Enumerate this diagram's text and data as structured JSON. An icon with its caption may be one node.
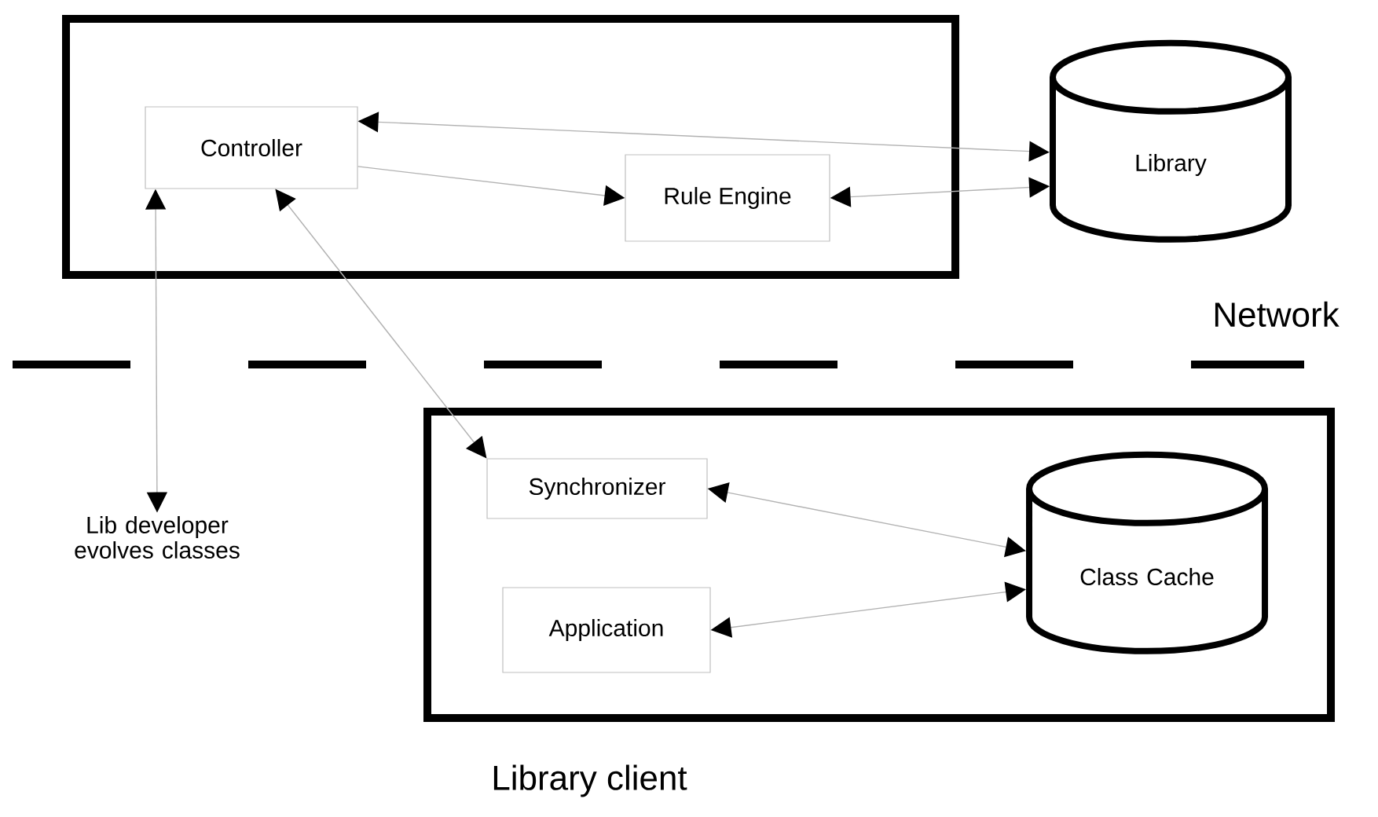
{
  "diagram": {
    "nodes": [
      {
        "text": [],
        "shape": "box"
      },
      {
        "text": [
          "Controller"
        ],
        "in": 0
      },
      {
        "text": [
          "Rule Engine"
        ],
        "in": 0
      },
      {
        "text": [
          "Library"
        ]
      },
      {
        "text": [
          "Lib developer evolves classes"
        ]
      },
      {
        "text": [],
        "shape": "box"
      },
      {
        "text": [
          "Synchronizer"
        ],
        "in": 5
      },
      {
        "text": [
          "Application"
        ],
        "in": 5
      },
      {
        "text": [
          "Class Cache"
        ],
        "in": 5
      }
    ],
    "edges": [
      {
        "from": 1,
        "to": 3,
        "arrow": "both"
      },
      {
        "from": 1,
        "to": 2,
        "arrow": "to"
      },
      {
        "from": 2,
        "to": 3,
        "arrow": "both"
      },
      {
        "from": 1,
        "to": 6,
        "arrow": "both"
      },
      {
        "from": 1,
        "to": 4,
        "arrow": "both"
      },
      {
        "from": 6,
        "to": 8,
        "arrow": "both"
      },
      {
        "from": 7,
        "to": 8,
        "arrow": "both"
      }
    ],
    "labels": [
      "Network",
      "Library client"
    ]
  }
}
